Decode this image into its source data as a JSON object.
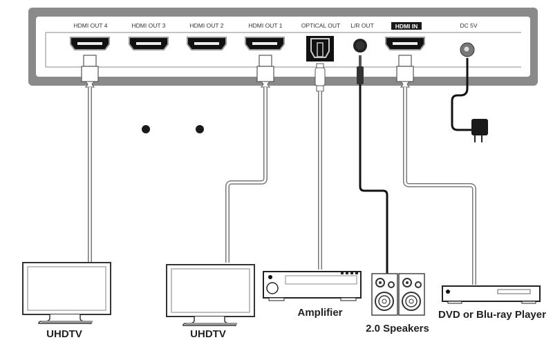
{
  "device": {
    "ports": [
      {
        "id": "hdmi-out-4",
        "label": "HDMI OUT 4",
        "type": "hdmi"
      },
      {
        "id": "hdmi-out-3",
        "label": "HDMI OUT 3",
        "type": "hdmi"
      },
      {
        "id": "hdmi-out-2",
        "label": "HDMI OUT 2",
        "type": "hdmi"
      },
      {
        "id": "hdmi-out-1",
        "label": "HDMI OUT 1",
        "type": "hdmi"
      },
      {
        "id": "optical-out",
        "label": "OPTICAL OUT",
        "type": "optical"
      },
      {
        "id": "lr-out",
        "label": "L/R OUT",
        "type": "audio-jack"
      },
      {
        "id": "hdmi-in",
        "label": "HDMI IN",
        "type": "hdmi",
        "highlighted": true
      },
      {
        "id": "dc-5v",
        "label": "DC 5V",
        "type": "power"
      }
    ]
  },
  "connected_devices": [
    {
      "id": "tv-1",
      "label": "UHDTV",
      "icon": "tv-icon",
      "port": "HDMI OUT 4"
    },
    {
      "id": "tv-2",
      "label": "UHDTV",
      "icon": "tv-icon",
      "port": "HDMI OUT 1"
    },
    {
      "id": "amplifier",
      "label": "Amplifier",
      "icon": "amplifier-icon",
      "port": "OPTICAL OUT"
    },
    {
      "id": "speakers",
      "label": "2.0 Speakers",
      "icon": "speakers-icon",
      "port": "L/R OUT"
    },
    {
      "id": "player",
      "label": "DVD or Blu-ray Player",
      "icon": "disc-player-icon",
      "port": "HDMI IN"
    },
    {
      "id": "adapter",
      "label": "",
      "icon": "power-adapter-icon",
      "port": "DC 5V"
    }
  ],
  "ellipsis": {
    "icon": "ellipsis-dots-icon"
  },
  "colors": {
    "chassis": "#8a8a8a",
    "panel": "#ffffff",
    "cable_light": "#ffffff",
    "cable_outline": "#777777",
    "cable_dark": "#111111"
  }
}
